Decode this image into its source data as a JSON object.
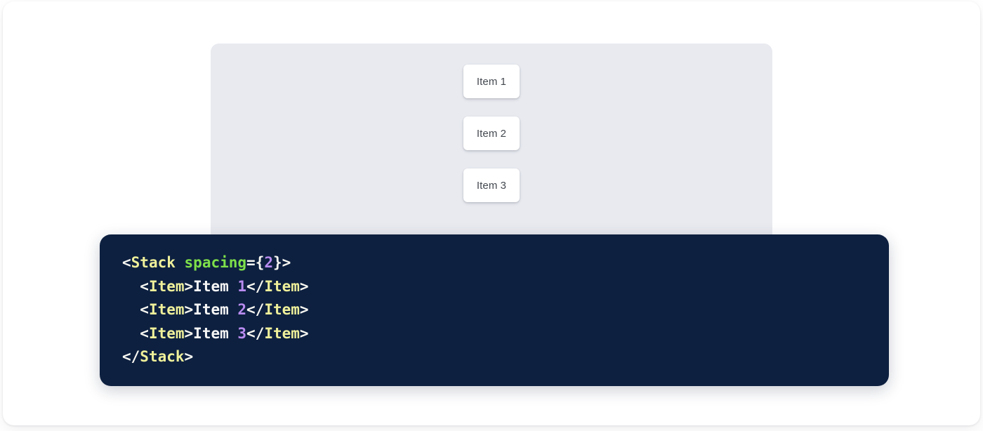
{
  "preview": {
    "panel_background": "#e8eaf0",
    "stack_spacing_token": 2,
    "items": [
      {
        "label": "Item 1"
      },
      {
        "label": "Item 2"
      },
      {
        "label": "Item 3"
      }
    ]
  },
  "code_block": {
    "background": "#0d2040",
    "language": "jsx",
    "raw": "<Stack spacing={2}>\n  <Item>Item 1</Item>\n  <Item>Item 2</Item>\n  <Item>Item 3</Item>\n</Stack>",
    "colors": {
      "punctuation": "#f8f8f2",
      "tag": "#eff09a",
      "attribute": "#7ee04a",
      "number": "#b98cf0",
      "text": "#f6f6f6"
    },
    "lines": [
      {
        "id": "line-1",
        "tokens": [
          {
            "t": "punct",
            "v": "<"
          },
          {
            "t": "tag",
            "v": "Stack"
          },
          {
            "t": "punct",
            "v": " "
          },
          {
            "t": "attr",
            "v": "spacing"
          },
          {
            "t": "punct",
            "v": "={"
          },
          {
            "t": "num",
            "v": "2"
          },
          {
            "t": "punct",
            "v": "}>"
          }
        ]
      },
      {
        "id": "line-2",
        "tokens": [
          {
            "t": "punct",
            "v": "  <"
          },
          {
            "t": "tag",
            "v": "Item"
          },
          {
            "t": "punct",
            "v": ">"
          },
          {
            "t": "text",
            "v": "Item "
          },
          {
            "t": "num",
            "v": "1"
          },
          {
            "t": "punct",
            "v": "</"
          },
          {
            "t": "tag",
            "v": "Item"
          },
          {
            "t": "punct",
            "v": ">"
          }
        ]
      },
      {
        "id": "line-3",
        "tokens": [
          {
            "t": "punct",
            "v": "  <"
          },
          {
            "t": "tag",
            "v": "Item"
          },
          {
            "t": "punct",
            "v": ">"
          },
          {
            "t": "text",
            "v": "Item "
          },
          {
            "t": "num",
            "v": "2"
          },
          {
            "t": "punct",
            "v": "</"
          },
          {
            "t": "tag",
            "v": "Item"
          },
          {
            "t": "punct",
            "v": ">"
          }
        ]
      },
      {
        "id": "line-4",
        "tokens": [
          {
            "t": "punct",
            "v": "  <"
          },
          {
            "t": "tag",
            "v": "Item"
          },
          {
            "t": "punct",
            "v": ">"
          },
          {
            "t": "text",
            "v": "Item "
          },
          {
            "t": "num",
            "v": "3"
          },
          {
            "t": "punct",
            "v": "</"
          },
          {
            "t": "tag",
            "v": "Item"
          },
          {
            "t": "punct",
            "v": ">"
          }
        ]
      },
      {
        "id": "line-5",
        "tokens": [
          {
            "t": "punct",
            "v": "</"
          },
          {
            "t": "tag",
            "v": "Stack"
          },
          {
            "t": "punct",
            "v": ">"
          }
        ]
      }
    ]
  }
}
